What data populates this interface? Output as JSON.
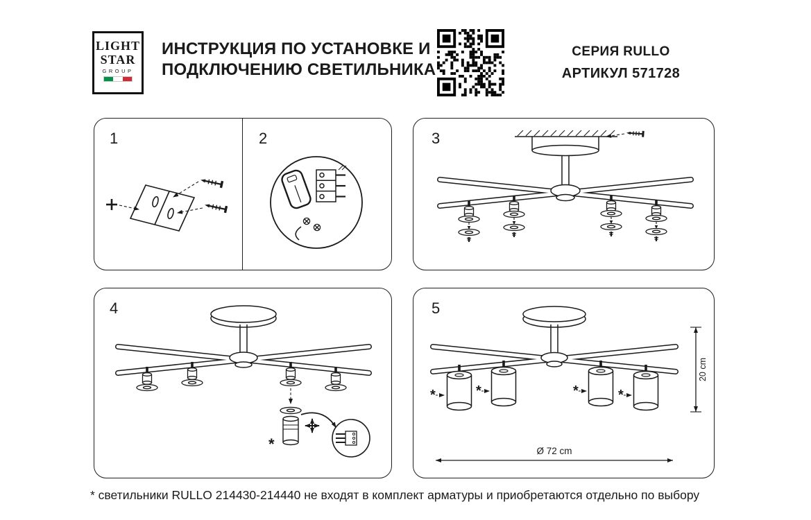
{
  "header": {
    "logo": {
      "line1": "LIGHT",
      "line2": "STAR",
      "line3": "GROUP"
    },
    "title_line1": "ИНСТРУКЦИЯ ПО УСТАНОВКЕ И",
    "title_line2": "ПОДКЛЮЧЕНИЮ СВЕТИЛЬНИКА",
    "series": "СЕРИЯ RULLO",
    "article": "АРТИКУЛ 571728"
  },
  "panels": {
    "step1": {
      "number": "1"
    },
    "step2": {
      "number": "2"
    },
    "step3": {
      "number": "3"
    },
    "step4": {
      "number": "4",
      "asterisk": "*"
    },
    "step5": {
      "number": "5",
      "asterisk": "*",
      "height_label": "20 cm",
      "diameter_label": "Ø 72 cm"
    }
  },
  "footnote": "* светильники RULLO 214430-214440 не входят в комплект арматуры и приобретаются отдельно по выбору",
  "icons": {
    "qr_code": "qr-code",
    "move_arrows": "four-direction-arrows",
    "magnifier_detail": "zoom-detail-circle",
    "italian_flag": "green-white-red-stripes"
  },
  "colors": {
    "ink": "#1a1a1a",
    "flag_green": "#009246",
    "flag_white": "#ffffff",
    "flag_red": "#ce2b37"
  }
}
